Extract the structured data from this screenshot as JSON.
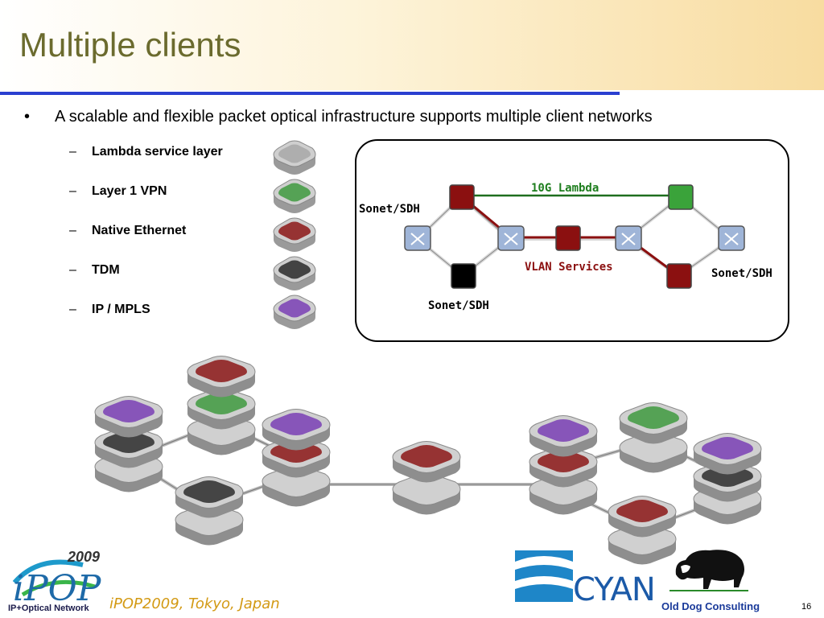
{
  "slide": {
    "title": "Multiple clients",
    "bullet": "A scalable and flexible packet optical infrastructure supports multiple client networks",
    "sub_items": [
      {
        "label": "Lambda service layer",
        "color": "#a8a8a8"
      },
      {
        "label": "Layer 1 VPN",
        "color": "#3f9a3f"
      },
      {
        "label": "Native Ethernet",
        "color": "#8c1818"
      },
      {
        "label": "TDM",
        "color": "#2a2a2a"
      },
      {
        "label": "IP / MPLS",
        "color": "#7a3fb5"
      }
    ]
  },
  "network": {
    "lambda_label": "10G Lambda",
    "vlan_label": "VLAN Services",
    "sonet_labels": [
      "Sonet/SDH",
      "Sonet/SDH",
      "Sonet/SDH"
    ],
    "colors": {
      "lambda": "#1e6e1e",
      "vlan": "#8b1010",
      "sonet_label": "#000000"
    }
  },
  "footer": {
    "event": "iPOP2009, Tokyo, Japan",
    "consultant": "Old Dog Consulting",
    "page": "16",
    "ipop_year": "2009",
    "ipop_subtitle": "IP+Optical Network",
    "cyan_logo": "CYAN"
  }
}
